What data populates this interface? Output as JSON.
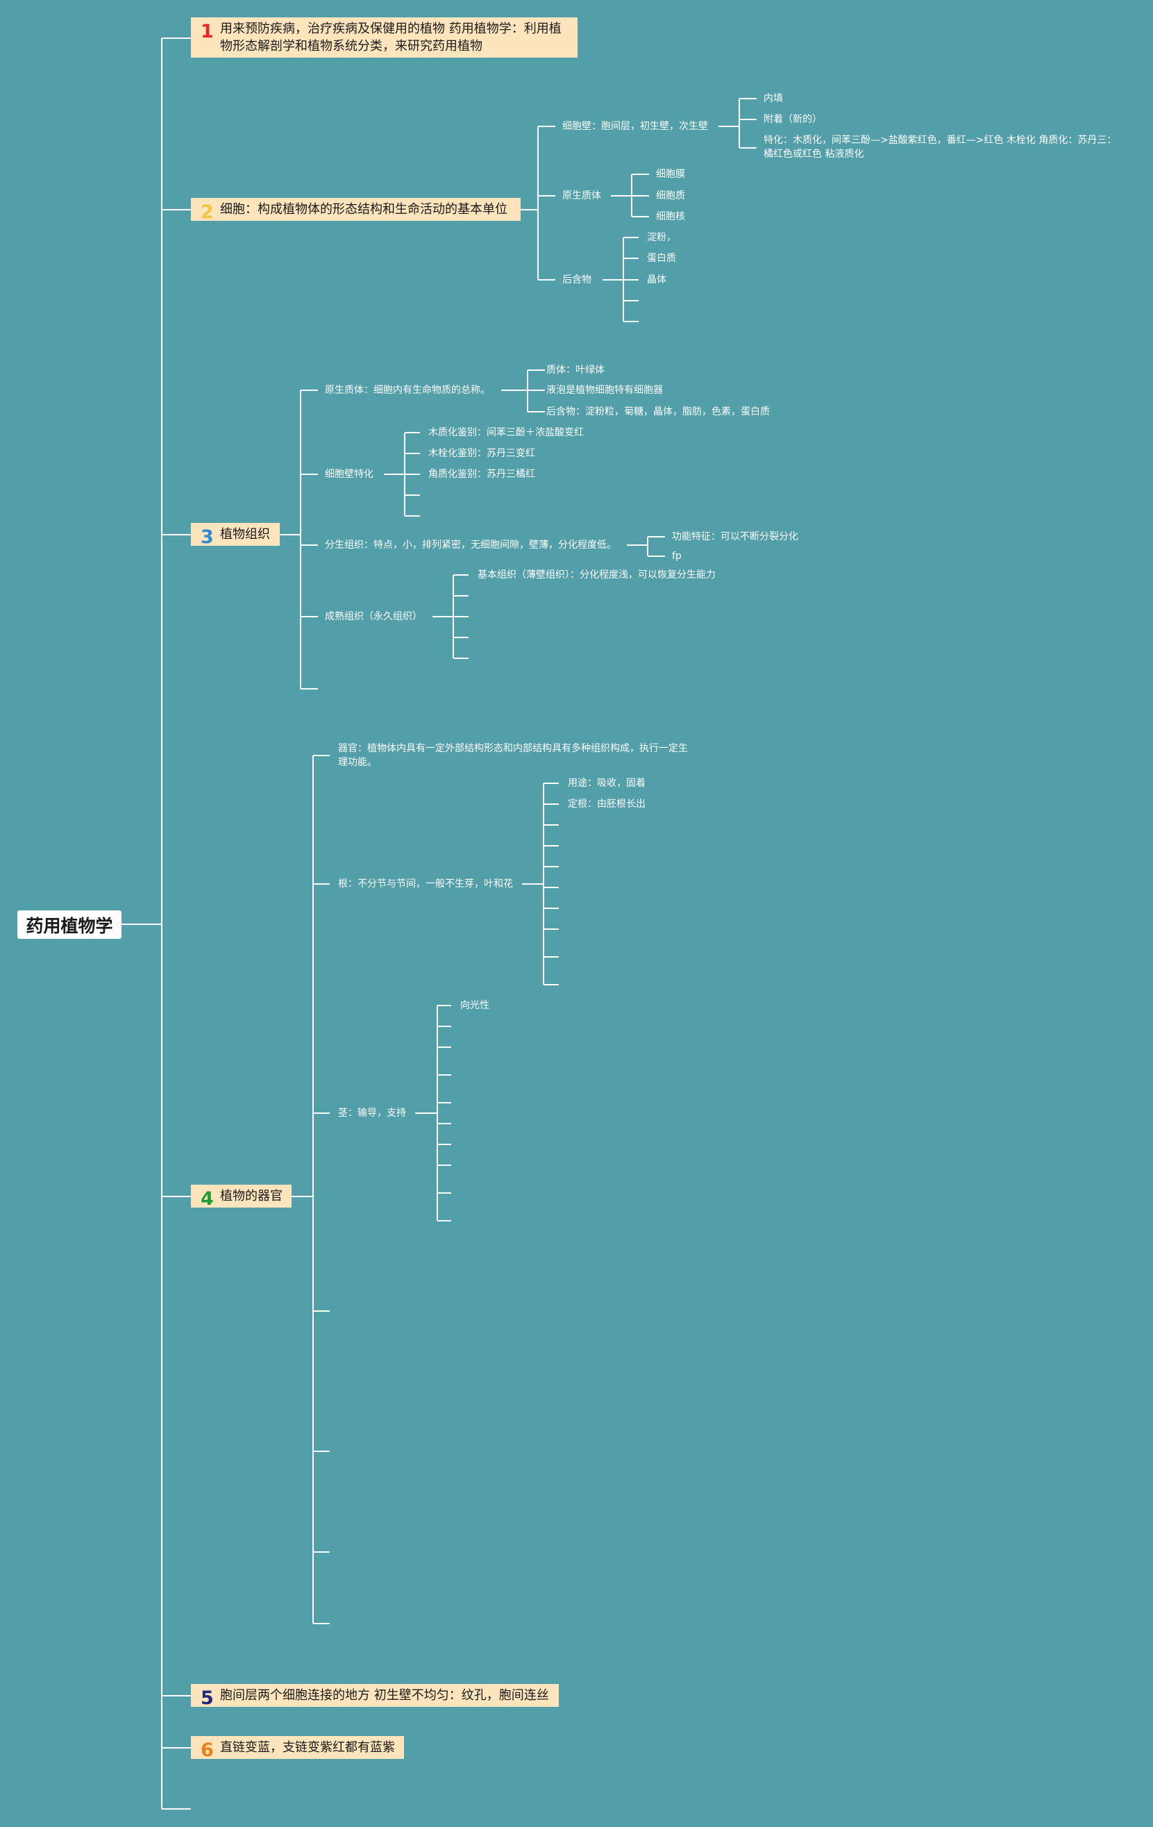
{
  "root": "药用植物学",
  "colors": {
    "background": "#529ea9",
    "topic_fill": "#fce4bd",
    "num1": "#e8262c",
    "num2": "#f4c442",
    "num3": "#2a8bd9",
    "num4": "#1d9e35",
    "num5": "#22297c",
    "num6": "#f07c1a"
  },
  "topics": [
    {
      "num": "1",
      "text": "用来预防疾病，治疗疾病及保健用的植物 药用植物学：利用植物形态解剖学和植物系统分类，来研究药用植物"
    },
    {
      "num": "2",
      "text": "细胞：构成植物体的形态结构和生命活动的基本单位"
    },
    {
      "num": "3",
      "text": "植物组织"
    },
    {
      "num": "4",
      "text": "植物的器官"
    },
    {
      "num": "5",
      "text": "胞间层两个细胞连接的地方 初生壁不均匀：纹孔，胞间连丝"
    },
    {
      "num": "6",
      "text": "直链变蓝，支链变紫红都有蓝紫"
    }
  ],
  "cell": {
    "wall": "细胞壁：胞间层，初生壁，次生壁",
    "wall_children": [
      "内填",
      "附着（新的）",
      "特化：木质化，间苯三酚—>盐酸紫红色，番红—>红色 木栓化 角质化：苏丹三：橘红色或红色 粘液质化"
    ],
    "protoplasm": "原生质体",
    "protoplasm_children": [
      "细胞膜",
      "细胞质",
      "细胞核"
    ],
    "inclusions": "后含物",
    "inclusions_children": [
      "淀粉，",
      "蛋白质",
      "晶体"
    ]
  },
  "tissue": {
    "protoplast": "原生质体：细胞内有生命物质的总称。",
    "protoplast_children": [
      "质体：叶绿体",
      "液泡是植物细胞特有细胞器",
      "后含物：淀粉粒，菊糖，晶体，脂肪，色素，蛋白质"
    ],
    "wall_special": "细胞壁特化",
    "wall_special_children": [
      "木质化鉴别：间苯三酚＋浓盐酸变红",
      "木栓化鉴别：苏丹三变红",
      "角质化鉴别：苏丹三橘红"
    ],
    "meristem": "分生组织：特点，小，排列紧密，无细胞间隙，壁薄，分化程度低。",
    "meristem_children": [
      "功能特征：可以不断分裂分化",
      "fp"
    ],
    "mature": "成熟组织（永久组织）",
    "mature_children": [
      "基本组织（薄壁组织）：分化程度浅，可以恢复分生能力"
    ]
  },
  "organ": {
    "definition": "器官：植物体内具有一定外部结构形态和内部结构具有多种组织构成，执行一定生理功能。",
    "root": "根：不分节与节间，一般不生芽，叶和花",
    "root_children": [
      "用途：吸收，固着",
      "定根：由胚根长出"
    ],
    "stem": "茎：输导，支持",
    "stem_children": [
      "向光性"
    ]
  }
}
